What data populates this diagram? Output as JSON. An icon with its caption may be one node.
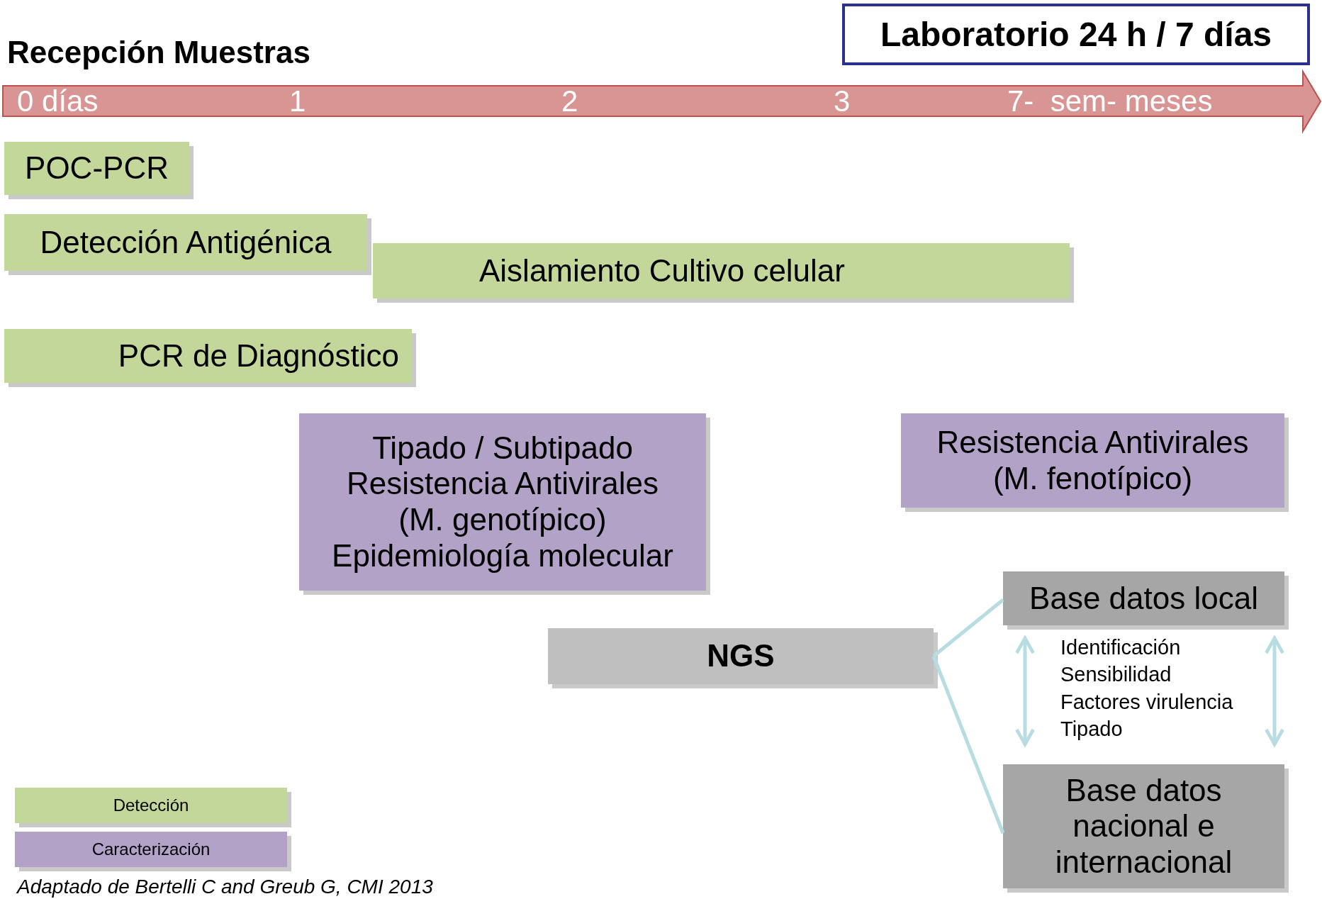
{
  "diagram": {
    "caption": "Adaptado de Bertelli C and Greub G, CMI 2013",
    "nodes": [
      {
        "text": [
          "Laboratorio 24 h / 7 días"
        ]
      },
      {
        "text": [
          "POC-PCR"
        ]
      },
      {
        "text": [
          "Detección Antigénica"
        ]
      },
      {
        "text": [
          "Aislamiento Cultivo celular"
        ]
      },
      {
        "text": [
          "PCR de Diagnóstico"
        ]
      },
      {
        "text": [
          "Tipado / Subtipado",
          "Resistencia Antivirales (M. genotípico)",
          "Epidemiología molecular"
        ]
      },
      {
        "text": [
          "Resistencia Antivirales (M. fenotípico)"
        ]
      },
      {
        "text": [
          "NGS"
        ]
      },
      {
        "text": [
          "Base datos local"
        ]
      },
      {
        "text": [
          "Base datos nacional e internacional"
        ]
      }
    ],
    "edges": [
      {
        "from": 7,
        "to": 8,
        "arrow": "none"
      },
      {
        "from": 7,
        "to": 9,
        "arrow": "none"
      },
      {
        "from": 8,
        "to": 9,
        "arrow": "both"
      },
      {
        "from": 8,
        "to": 9,
        "arrow": "both"
      }
    ],
    "labels": [
      "Recepción Muestras",
      "0 días",
      "1",
      "2",
      "3",
      "7-  sem- meses",
      "Identificación",
      "Sensibilidad",
      "Factores virulencia",
      "Tipado"
    ],
    "legend": [
      {
        "text": "Detección",
        "color": "#c4d79b"
      },
      {
        "text": "Caracterización",
        "color": "#b3a2c7"
      }
    ]
  }
}
